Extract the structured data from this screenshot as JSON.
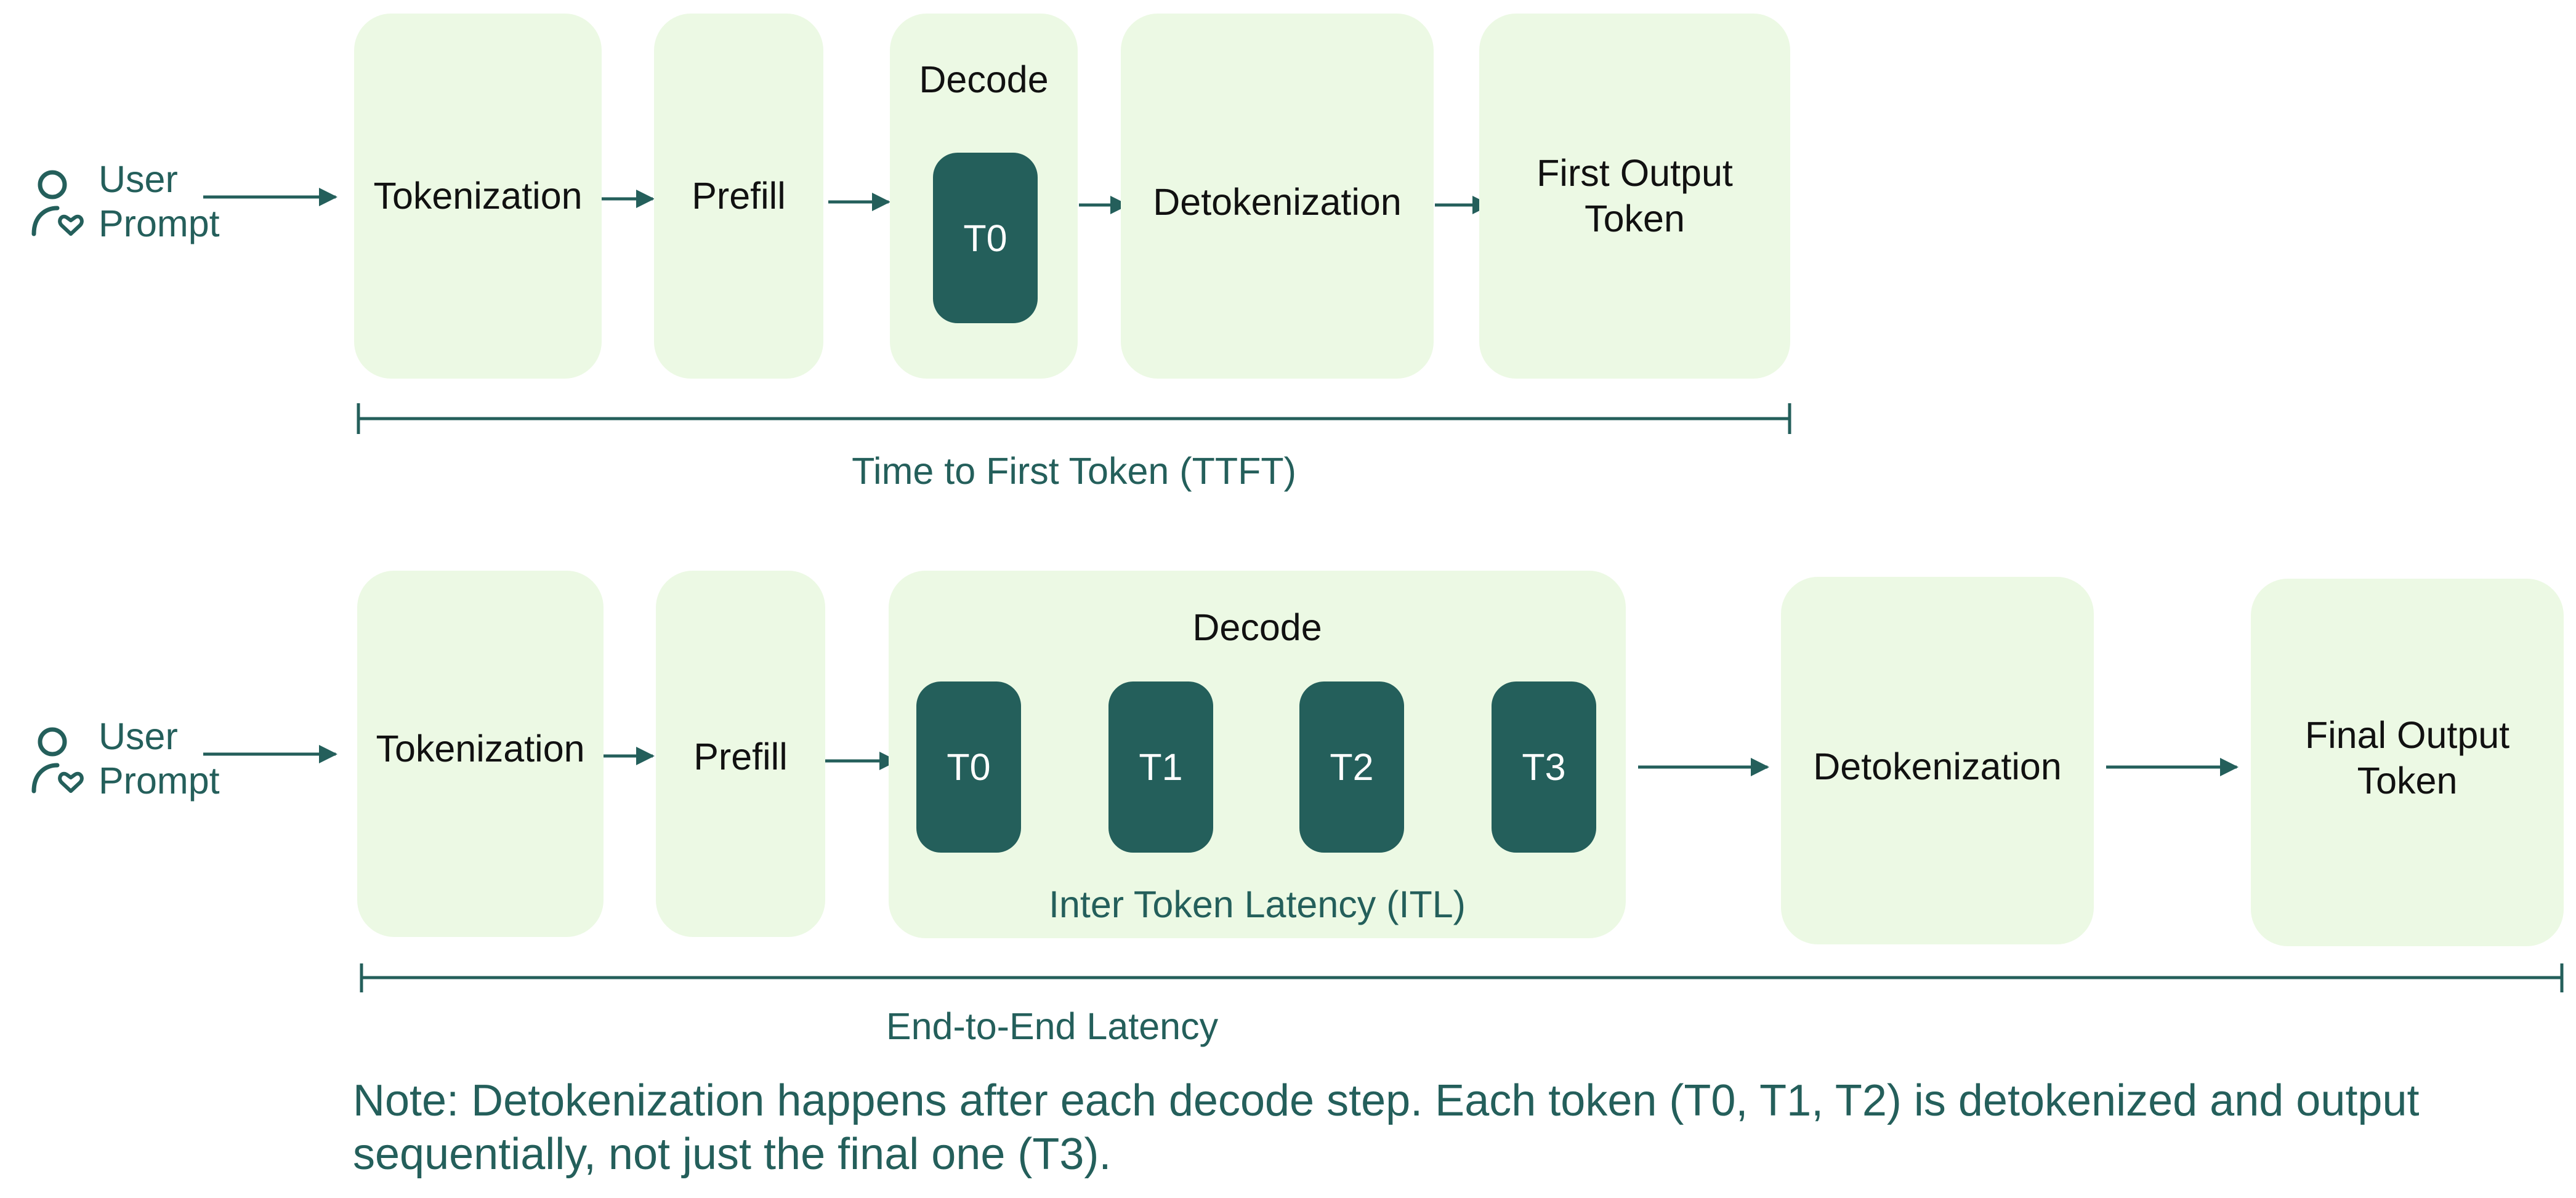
{
  "colors": {
    "accent": "#245f5b",
    "box_fill": "#ecf9e4",
    "text": "#111111"
  },
  "ttft_flow": {
    "user_line1": "User",
    "user_line2": "Prompt",
    "tokenization": "Tokenization",
    "prefill": "Prefill",
    "decode": "Decode",
    "token": "T0",
    "detokenization": "Detokenization",
    "output_line1": "First Output",
    "output_line2": "Token",
    "measure_label": "Time to First Token (TTFT)"
  },
  "e2e_flow": {
    "user_line1": "User",
    "user_line2": "Prompt",
    "tokenization": "Tokenization",
    "prefill": "Prefill",
    "decode": "Decode",
    "tokens": [
      "T0",
      "T1",
      "T2",
      "T3"
    ],
    "itl_label": "Inter Token Latency (ITL)",
    "detokenization": "Detokenization",
    "output_line1": "Final Output",
    "output_line2": "Token",
    "measure_label": "End-to-End Latency"
  },
  "note": {
    "line1": "Note: Detokenization happens after each decode step. Each token (T0, T1, T2) is detokenized and output",
    "line2": "sequentially, not just the final one (T3)."
  }
}
